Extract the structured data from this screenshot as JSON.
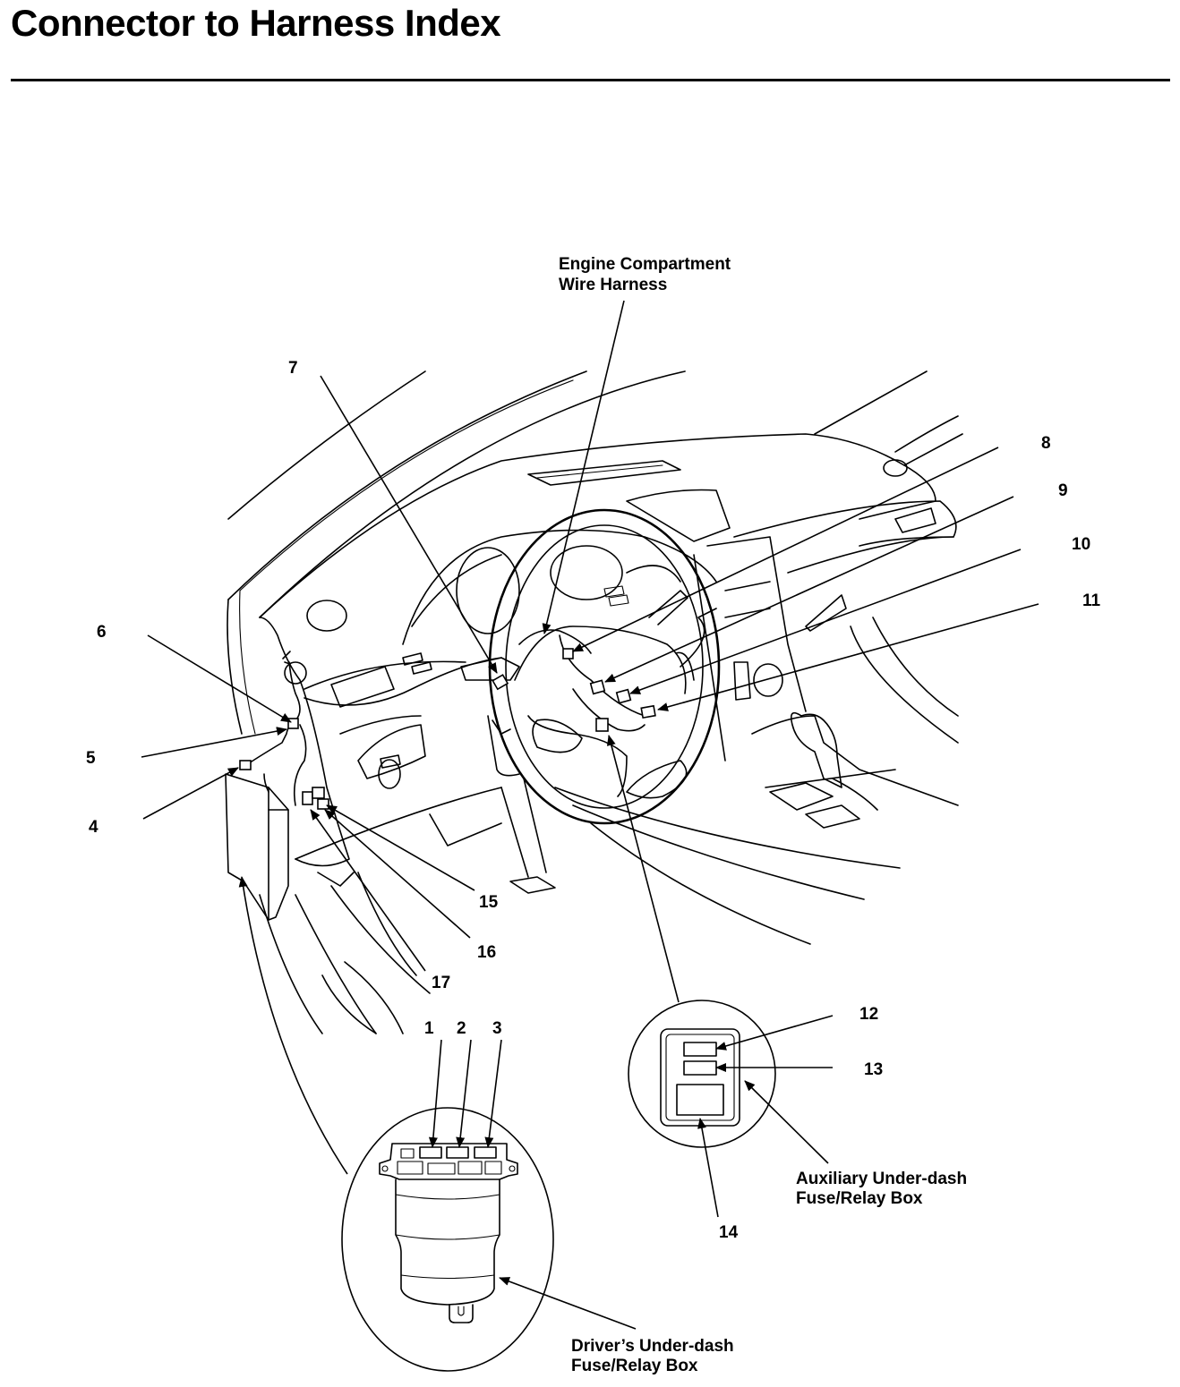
{
  "page": {
    "title": "Connector to Harness Index"
  },
  "labels": {
    "engine_compartment": [
      "Engine Compartment",
      "Wire Harness"
    ],
    "aux_fuse_box": [
      "Auxiliary Under-dash",
      "Fuse/Relay Box"
    ],
    "driver_fuse_box": [
      "Driver’s Under-dash",
      "Fuse/Relay Box"
    ]
  },
  "connectors": [
    "1",
    "2",
    "3",
    "4",
    "5",
    "6",
    "7",
    "8",
    "9",
    "10",
    "11",
    "12",
    "13",
    "14",
    "15",
    "16",
    "17"
  ]
}
